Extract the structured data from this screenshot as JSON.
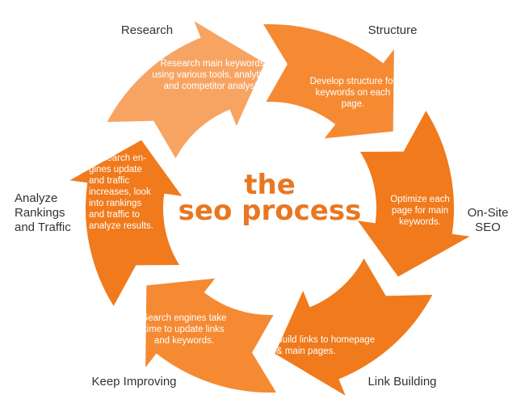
{
  "title": {
    "line1": "the",
    "line2": "seo process"
  },
  "colors": {
    "title": "#e87722",
    "segments": [
      "#f7a463",
      "#f58a33",
      "#f07a1c",
      "#f07a1c",
      "#f58a33",
      "#f07a1c"
    ],
    "label": "#333333",
    "segment_text": "#ffffff"
  },
  "stages": [
    {
      "label_lines": [
        "Research"
      ],
      "text_lines": [
        "Research main keywords",
        "using various tools, analytics,",
        "and competitor analysis"
      ]
    },
    {
      "label_lines": [
        "Structure"
      ],
      "text_lines": [
        "Develop structure for",
        "keywords on each",
        "page."
      ]
    },
    {
      "label_lines": [
        "On-Site",
        "SEO"
      ],
      "text_lines": [
        "Optimize each",
        "page for main",
        "keywords."
      ]
    },
    {
      "label_lines": [
        "Link Building"
      ],
      "text_lines": [
        "Build links to homepage",
        "& main pages."
      ]
    },
    {
      "label_lines": [
        "Keep Improving"
      ],
      "text_lines": [
        "Search engines take",
        "time to update links",
        "and keywords."
      ]
    },
    {
      "label_lines": [
        "Analyze",
        "Rankings",
        "and Traffic"
      ],
      "text_lines": [
        "As search en-",
        "gines update",
        "and traffic",
        "increases, look",
        "into rankings",
        "and traffic to",
        "analyze results."
      ]
    }
  ]
}
